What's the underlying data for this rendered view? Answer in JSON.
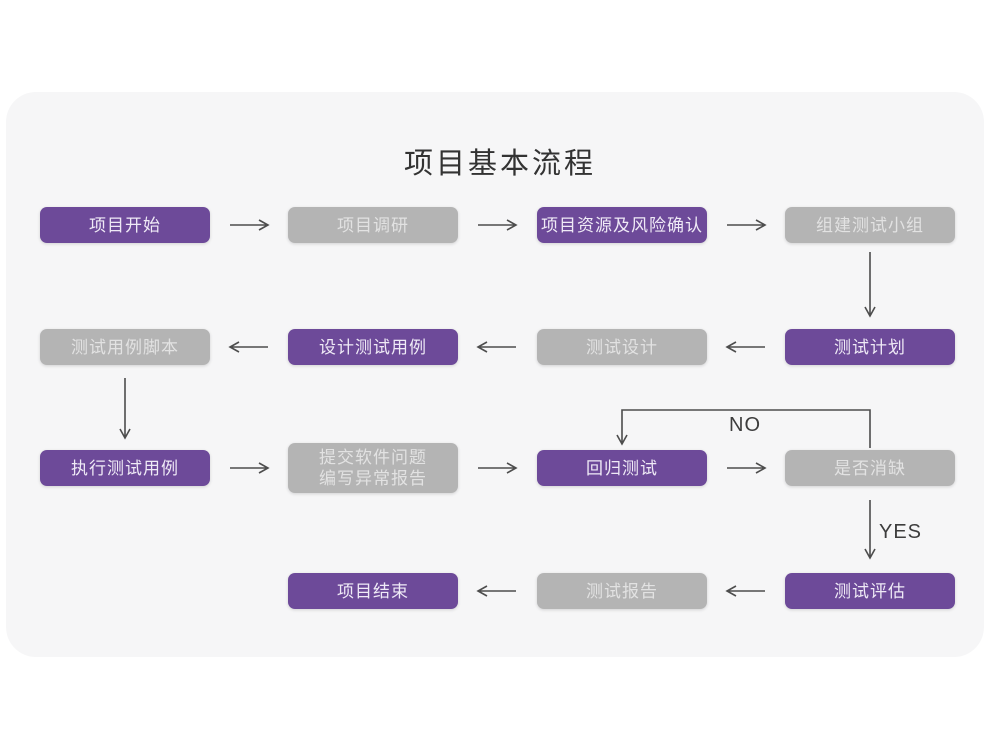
{
  "title": "项目基本流程",
  "colors": {
    "primary_node": "#6d4a99",
    "secondary_node": "#b4b4b4",
    "card_background": "#f6f6f7",
    "arrow": "#4d4d4d",
    "title_text": "#333333"
  },
  "flowchart": {
    "nodes": {
      "project_start": {
        "label": "项目开始"
      },
      "project_research": {
        "label": "项目调研"
      },
      "resource_risk": {
        "label": "项目资源及风险确认"
      },
      "build_test_team": {
        "label": "组建测试小组"
      },
      "test_case_script": {
        "label": "测试用例脚本"
      },
      "design_test_case": {
        "label": "设计测试用例"
      },
      "test_design": {
        "label": "测试设计"
      },
      "test_plan": {
        "label": "测试计划"
      },
      "execute_test_case": {
        "label": "执行测试用例"
      },
      "submit_issue": {
        "line1": "提交软件问题",
        "line2": "编写异常报告"
      },
      "regression_test": {
        "label": "回归测试"
      },
      "defect_cleared": {
        "label": "是否消缺"
      },
      "project_end": {
        "label": "项目结束"
      },
      "test_report": {
        "label": "测试报告"
      },
      "test_evaluation": {
        "label": "测试评估"
      }
    },
    "edge_labels": {
      "no": "NO",
      "yes": "YES"
    }
  }
}
